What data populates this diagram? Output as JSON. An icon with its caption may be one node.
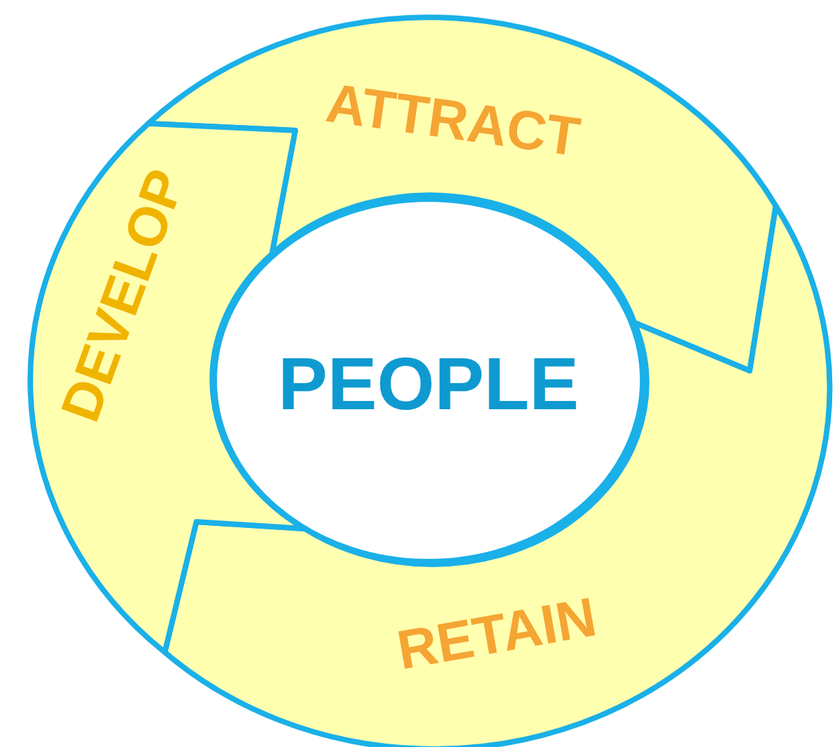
{
  "diagram": {
    "nodes": [
      {
        "text": [
          "ATTRACT"
        ]
      },
      {
        "text": [
          "RETAIN"
        ]
      },
      {
        "text": [
          "DEVELOP"
        ]
      },
      {
        "text": [
          "PEOPLE"
        ]
      }
    ]
  }
}
